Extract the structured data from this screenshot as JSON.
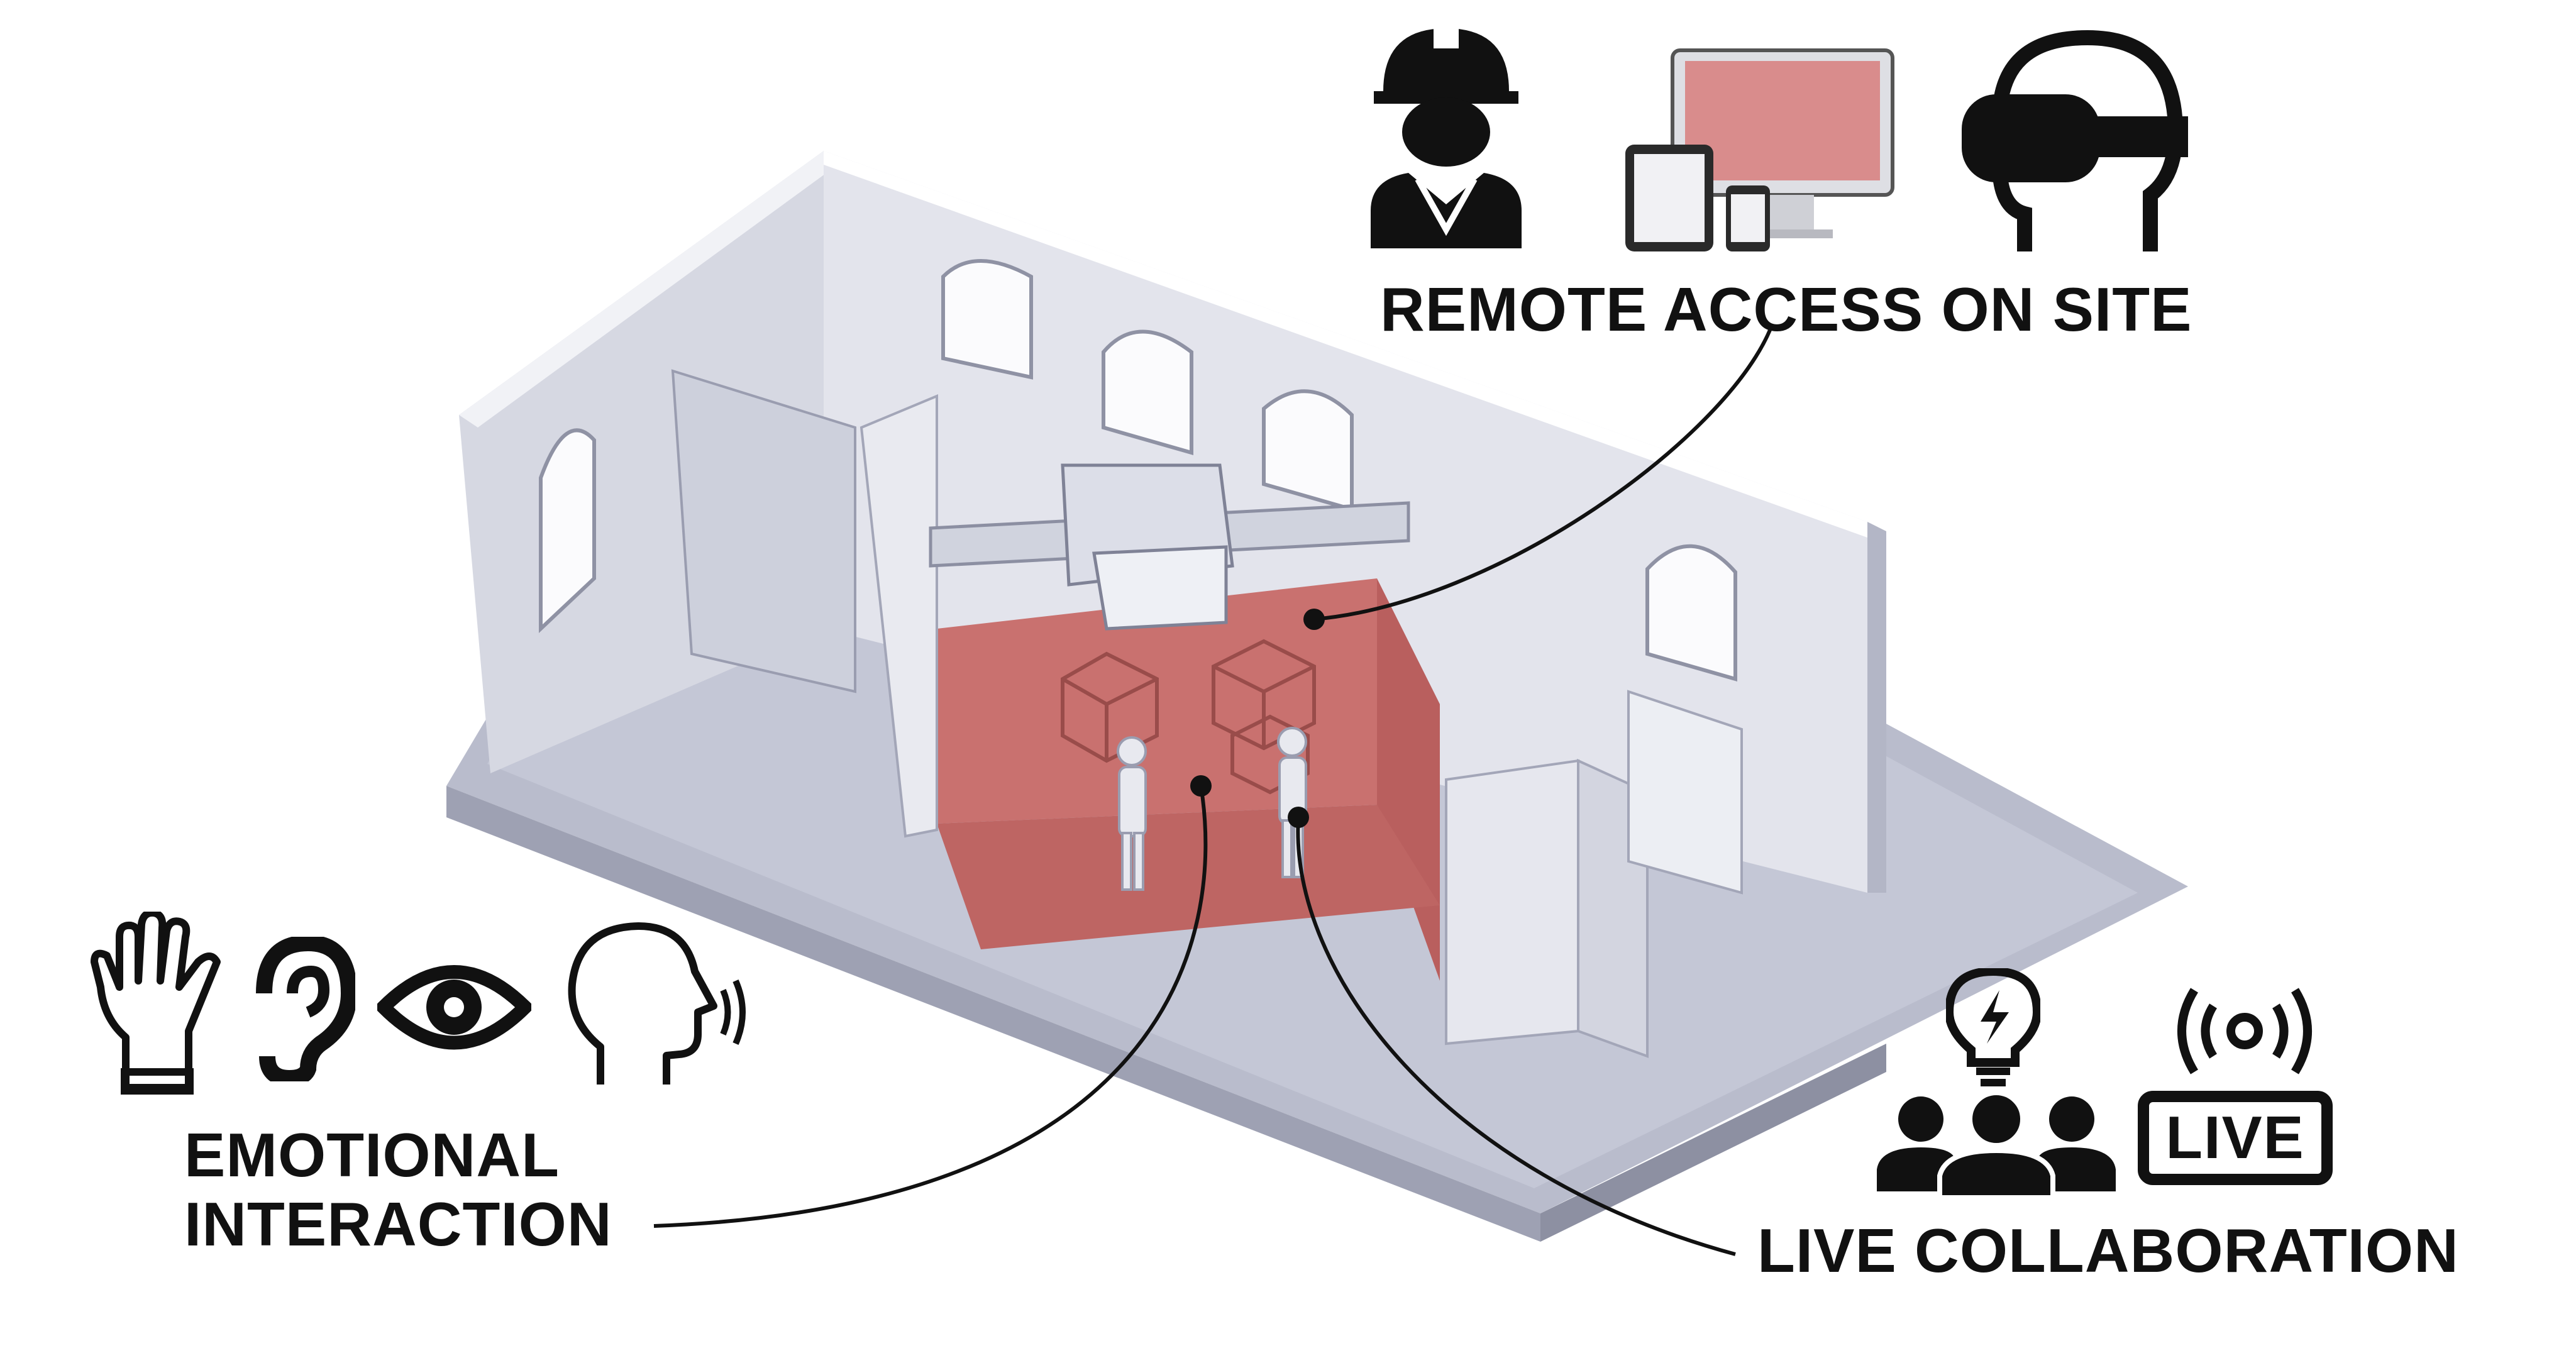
{
  "labels": {
    "remote_access": "REMOTE ACCESS ON SITE",
    "emotional_line1": "EMOTIONAL",
    "emotional_line2": "INTERACTION",
    "live_collaboration": "LIVE COLLABORATION",
    "live_badge": "LIVE"
  },
  "icons": {
    "remote": [
      "construction-worker-icon",
      "multi-device-icon",
      "vr-headset-icon"
    ],
    "emotional": [
      "glove-hand-icon",
      "ear-icon",
      "eye-icon",
      "speaking-head-icon"
    ],
    "live": [
      "lightbulb-icon",
      "team-group-icon",
      "live-broadcast-icon"
    ]
  },
  "colors": {
    "accent_red": "#d97a7a",
    "ink": "#111111",
    "building": "#c9ccd8"
  }
}
